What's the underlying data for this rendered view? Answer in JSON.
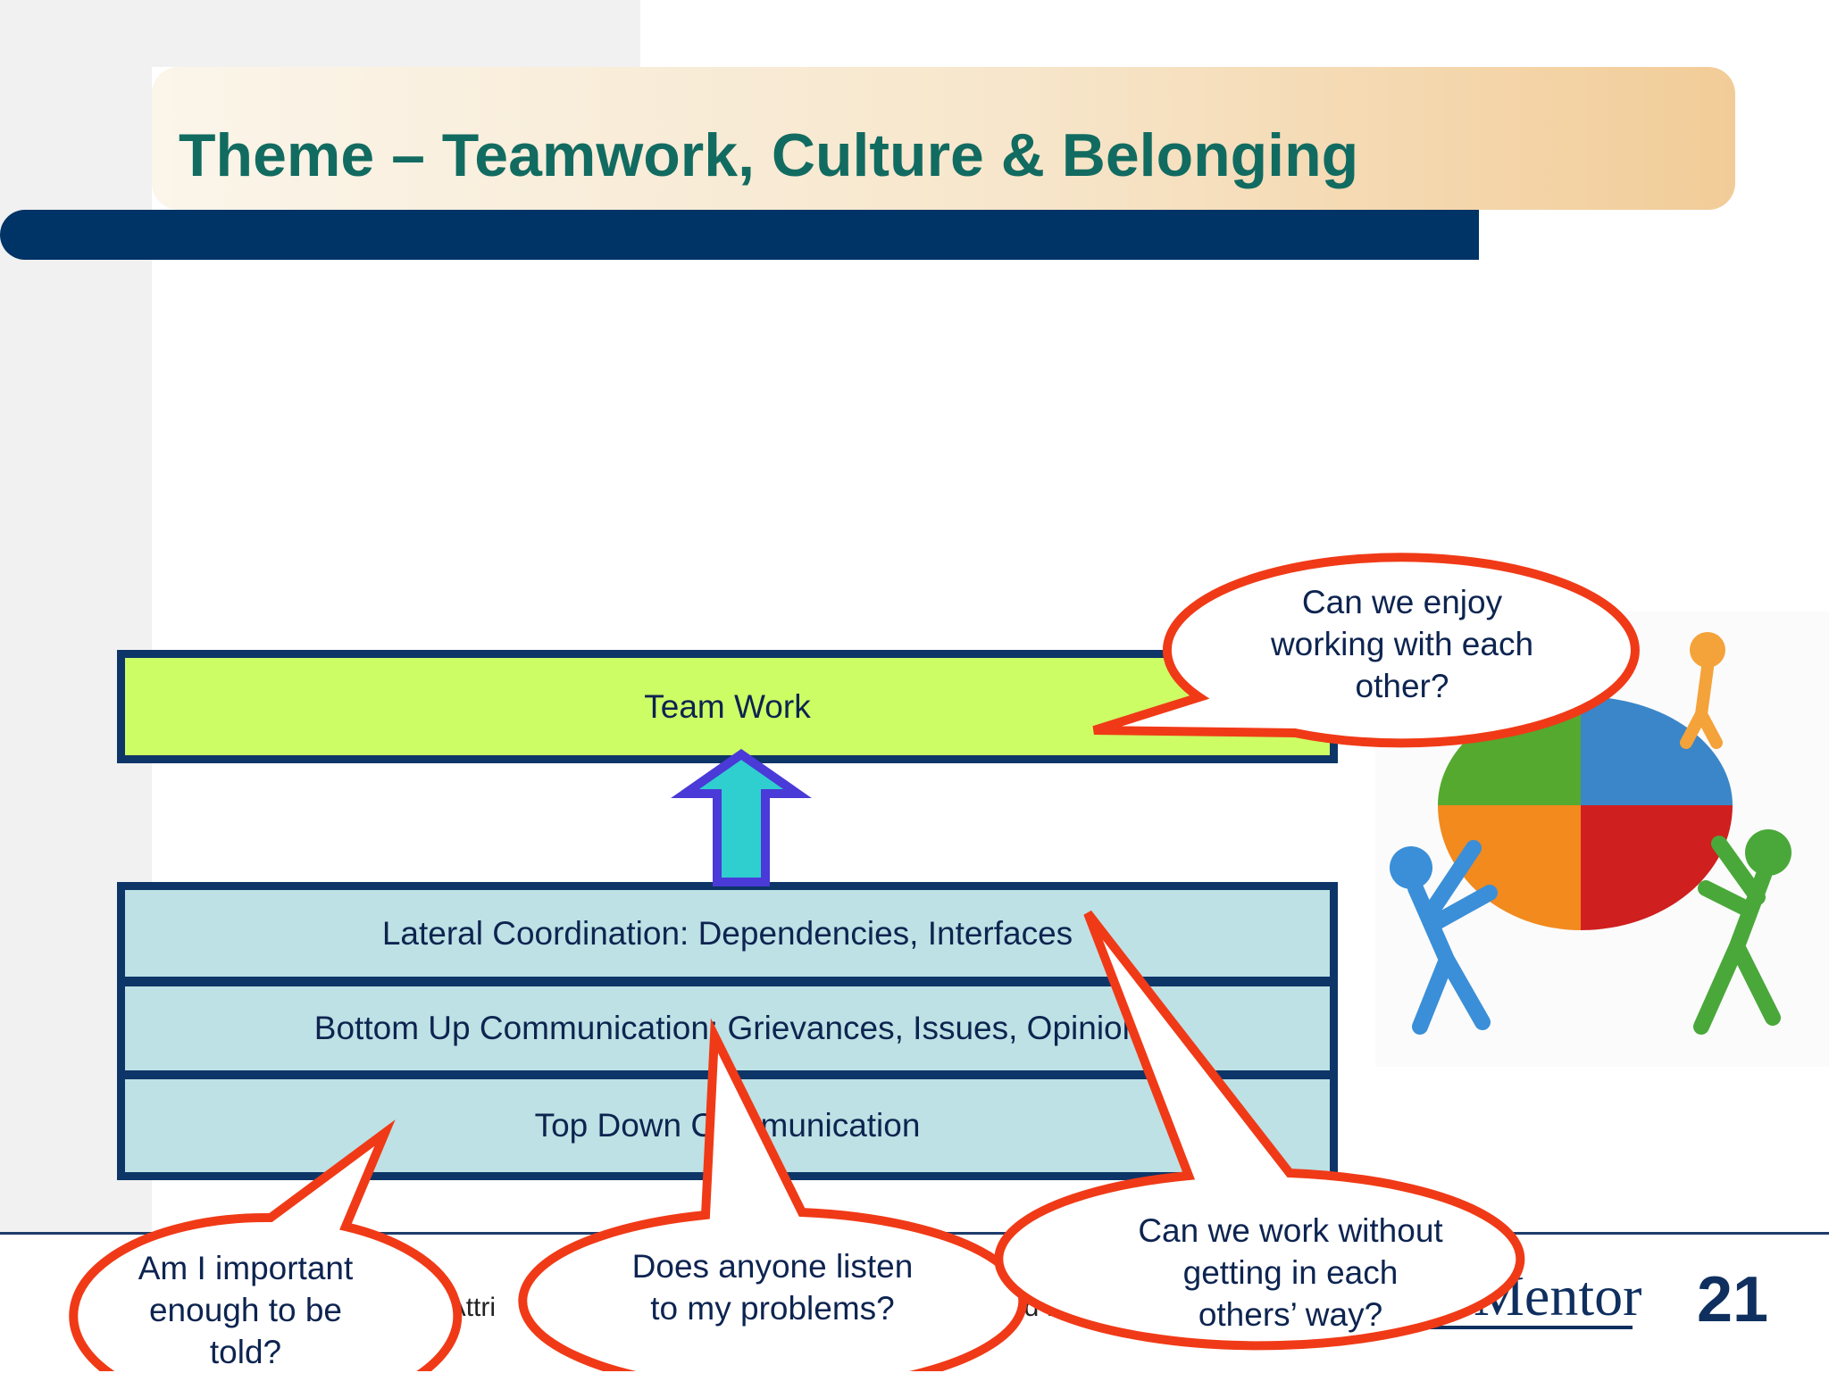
{
  "title": "Theme – Teamwork, Culture & Belonging",
  "diagram": {
    "top_box": "Team Work",
    "layers": [
      "Lateral Coordination: Dependencies, Interfaces",
      "Bottom Up Communication: Grievances, Issues, Opinion",
      "Top Down Communication"
    ]
  },
  "bubbles": {
    "enjoy": "Can we enjoy\nworking with each\nother?",
    "important": "Am I important\nenough to be\ntold?",
    "listen": "Does anyone listen\nto my problems?",
    "way": "Can we work without\ngetting in each\nothers’ way?"
  },
  "footer": {
    "fragment_left": "s Attri",
    "fragment_right": "ed Lice",
    "brand": "Mentor",
    "page_number": "21"
  },
  "colors": {
    "title": "#126b60",
    "navy": "#003366",
    "teamwork_fill": "#cdfd65",
    "layer_fill": "#bde1e4",
    "bubble_stroke": "#f03a17",
    "arrow_fill": "#2fcfd0",
    "arrow_outline": "#4a3ad8"
  },
  "icons": [
    "up-arrow-icon",
    "puzzle-team-icon"
  ]
}
